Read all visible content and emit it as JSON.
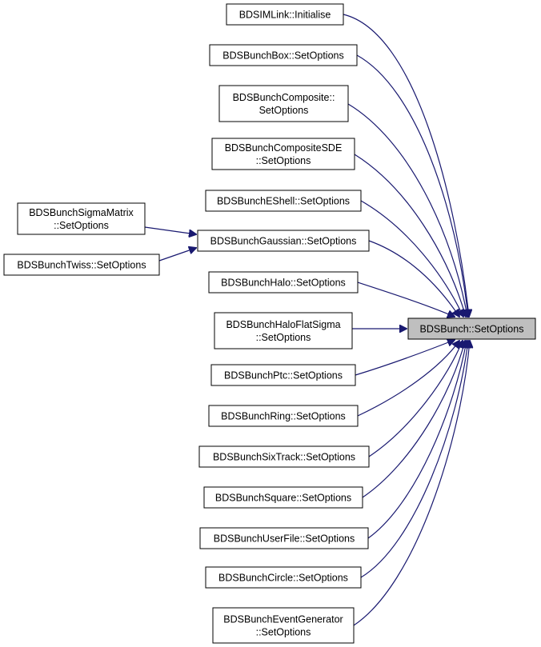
{
  "nodes": {
    "bunch_set_options": [
      "BDSBunch::SetOptions"
    ],
    "imlink_initialise": [
      "BDSIMLink::Initialise"
    ],
    "box": [
      "BDSBunchBox::SetOptions"
    ],
    "composite": [
      "BDSBunchComposite::",
      "SetOptions"
    ],
    "composite_sde": [
      "BDSBunchCompositeSDE",
      "::SetOptions"
    ],
    "eshell": [
      "BDSBunchEShell::SetOptions"
    ],
    "gaussian": [
      "BDSBunchGaussian::SetOptions"
    ],
    "sigma_matrix": [
      "BDSBunchSigmaMatrix",
      "::SetOptions"
    ],
    "twiss": [
      "BDSBunchTwiss::SetOptions"
    ],
    "halo": [
      "BDSBunchHalo::SetOptions"
    ],
    "halo_flat_sigma": [
      "BDSBunchHaloFlatSigma",
      "::SetOptions"
    ],
    "ptc": [
      "BDSBunchPtc::SetOptions"
    ],
    "ring": [
      "BDSBunchRing::SetOptions"
    ],
    "sixtrack": [
      "BDSBunchSixTrack::SetOptions"
    ],
    "square": [
      "BDSBunchSquare::SetOptions"
    ],
    "userfile": [
      "BDSBunchUserFile::SetOptions"
    ],
    "circle": [
      "BDSBunchCircle::SetOptions"
    ],
    "event_generator": [
      "BDSBunchEventGenerator",
      "::SetOptions"
    ]
  },
  "colors": {
    "edge": "#191970",
    "focus_fill": "#bfbfbf",
    "node_fill": "#ffffff",
    "node_border": "#000000"
  },
  "edges": [
    {
      "from": "imlink_initialise",
      "to": "bunch_set_options"
    },
    {
      "from": "box",
      "to": "bunch_set_options"
    },
    {
      "from": "composite",
      "to": "bunch_set_options"
    },
    {
      "from": "composite_sde",
      "to": "bunch_set_options"
    },
    {
      "from": "eshell",
      "to": "bunch_set_options"
    },
    {
      "from": "gaussian",
      "to": "bunch_set_options"
    },
    {
      "from": "halo",
      "to": "bunch_set_options"
    },
    {
      "from": "halo_flat_sigma",
      "to": "bunch_set_options"
    },
    {
      "from": "ptc",
      "to": "bunch_set_options"
    },
    {
      "from": "ring",
      "to": "bunch_set_options"
    },
    {
      "from": "sixtrack",
      "to": "bunch_set_options"
    },
    {
      "from": "square",
      "to": "bunch_set_options"
    },
    {
      "from": "userfile",
      "to": "bunch_set_options"
    },
    {
      "from": "circle",
      "to": "bunch_set_options"
    },
    {
      "from": "event_generator",
      "to": "bunch_set_options"
    },
    {
      "from": "sigma_matrix",
      "to": "gaussian"
    },
    {
      "from": "twiss",
      "to": "gaussian"
    }
  ]
}
